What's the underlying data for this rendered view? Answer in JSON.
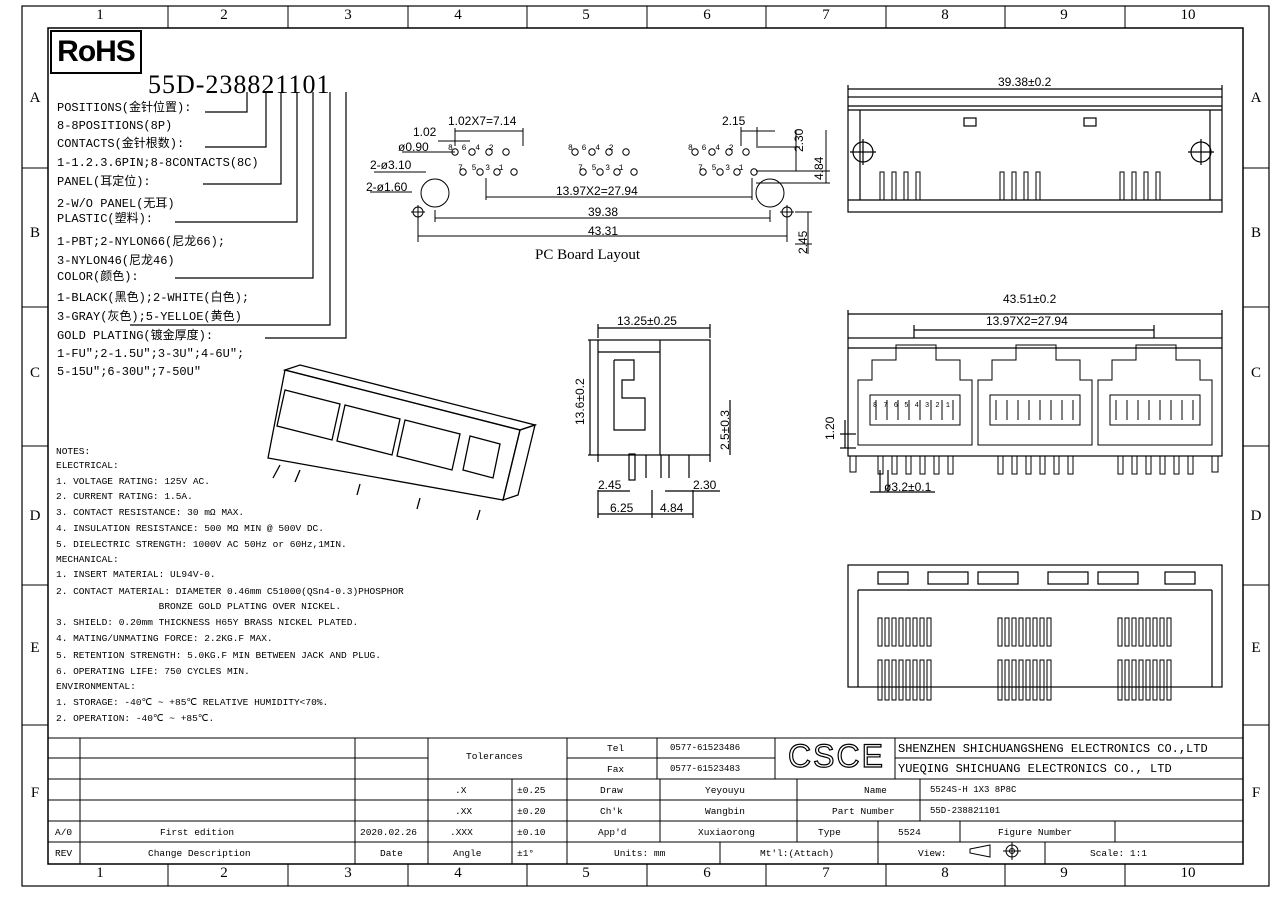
{
  "zones": {
    "cols": [
      "1",
      "2",
      "3",
      "4",
      "5",
      "6",
      "7",
      "8",
      "9",
      "10"
    ],
    "rows": [
      "A",
      "B",
      "C",
      "D",
      "E",
      "F"
    ]
  },
  "rohs": "RoHS",
  "part_code": "55D-238821101",
  "spec_lines": [
    "POSITIONS(金针位置):",
    "8-8POSITIONS(8P)",
    "CONTACTS(金针根数):",
    "1-1.2.3.6PIN;8-8CONTACTS(8C)",
    "PANEL(耳定位):",
    "2-W/O PANEL(无耳)",
    "PLASTIC(塑料):",
    "1-PBT;2-NYLON66(尼龙66);",
    "3-NYLON46(尼龙46)",
    "COLOR(颜色):",
    "1-BLACK(黑色);2-WHITE(白色);",
    "3-GRAY(灰色);5-YELLOE(黄色)",
    "GOLD PLATING(镀金厚度):",
    "1-FU\";2-1.5U\";3-3U\";4-6U\";",
    "5-15U\";6-30U\";7-50U\""
  ],
  "notes": [
    "NOTES:",
    "ELECTRICAL:",
    "1. VOLTAGE RATING: 125V AC.",
    "2. CURRENT RATING: 1.5A.",
    "3. CONTACT RESISTANCE: 30 mΩ MAX.",
    "4. INSULATION RESISTANCE: 500 MΩ MIN @ 500V DC.",
    "5. DIELECTRIC STRENGTH: 1000V AC 50Hz or 60Hz,1MIN.",
    "MECHANICAL:",
    "1. INSERT MATERIAL: UL94V-0.",
    "2. CONTACT MATERIAL: DIAMETER 0.46mm C51000(QSn4-0.3)PHOSPHOR",
    "                  BRONZE GOLD PLATING OVER NICKEL.",
    "3. SHIELD: 0.20mm THICKNESS H65Y BRASS NICKEL PLATED.",
    "4. MATING/UNMATING FORCE: 2.2KG.F MAX.",
    "5. RETENTION STRENGTH: 5.0KG.F MIN BETWEEN JACK AND PLUG.",
    "6. OPERATING LIFE: 750 CYCLES MIN.",
    "ENVIRONMENTAL:",
    "1. STORAGE: -40℃ ~ +85℃ RELATIVE HUMIDITY<70%.",
    "2. OPERATION: -40℃ ~ +85℃."
  ],
  "pcb": {
    "caption": "PC Board Layout",
    "dims": {
      "d102": "1.02",
      "d090": "ø0.90",
      "d102x7": "1.02X7=7.14",
      "d310": "2-ø3.10",
      "d160": "2-ø1.60",
      "d1397": "13.97X2=27.94",
      "d3938": "39.38",
      "d4331": "43.31",
      "d215": "2.15",
      "d230": "2.30",
      "d484": "4.84",
      "d245": "2.45"
    },
    "pins_top": "8 6 4 2",
    "pins_bottom": "7 5 3 1"
  },
  "top_view": {
    "width": "39.38±0.2"
  },
  "side_view": {
    "width": "13.25±0.25",
    "height": "13.6±0.2",
    "h25": "2.5±0.3",
    "d245": "2.45",
    "d230": "2.30",
    "d625": "6.25",
    "d484": "4.84"
  },
  "front_view": {
    "overall": "43.51±0.2",
    "pitch": "13.97X2=27.94",
    "h120": "1.20",
    "peg": "ø3.2±0.1",
    "pin_numbers": "8 7 6 5 4 3 2 1"
  },
  "title_block": {
    "tolerances_label": "Tolerances",
    "tol_rows": [
      {
        "k": ".X",
        "v": "±0.25"
      },
      {
        "k": ".XX",
        "v": "±0.20"
      },
      {
        "k": ".XXX",
        "v": "±0.10"
      },
      {
        "k": "Angle",
        "v": "±1°"
      }
    ],
    "tel_label": "Tel",
    "tel": "0577-61523486",
    "fax_label": "Fax",
    "fax": "0577-61523483",
    "draw_label": "Draw",
    "draw": "Yeyouyu",
    "chk_label": "Ch'k",
    "chk": "Wangbin",
    "app_label": "App'd",
    "app": "Xuxiaorong",
    "units": "Units: mm",
    "mtl": "Mt'l:(Attach)",
    "logo": "CSCE",
    "company1": "SHENZHEN SHICHUANGSHENG ELECTRONICS CO.,LTD",
    "company2": "YUEQING SHICHUANG ELECTRONICS CO., LTD",
    "name_label": "Name",
    "name": "5524S-H 1X3 8P8C",
    "pn_label": "Part Number",
    "pn": "55D-238821101",
    "type_label": "Type",
    "type": "5524",
    "fig_label": "Figure Number",
    "view_label": "View:",
    "scale": "Scale: 1:1",
    "rev_row": {
      "rev": "A/0",
      "desc": "First edition",
      "date": "2020.02.26"
    },
    "rev_header": {
      "rev": "REV",
      "desc": "Change Description",
      "date": "Date"
    }
  }
}
